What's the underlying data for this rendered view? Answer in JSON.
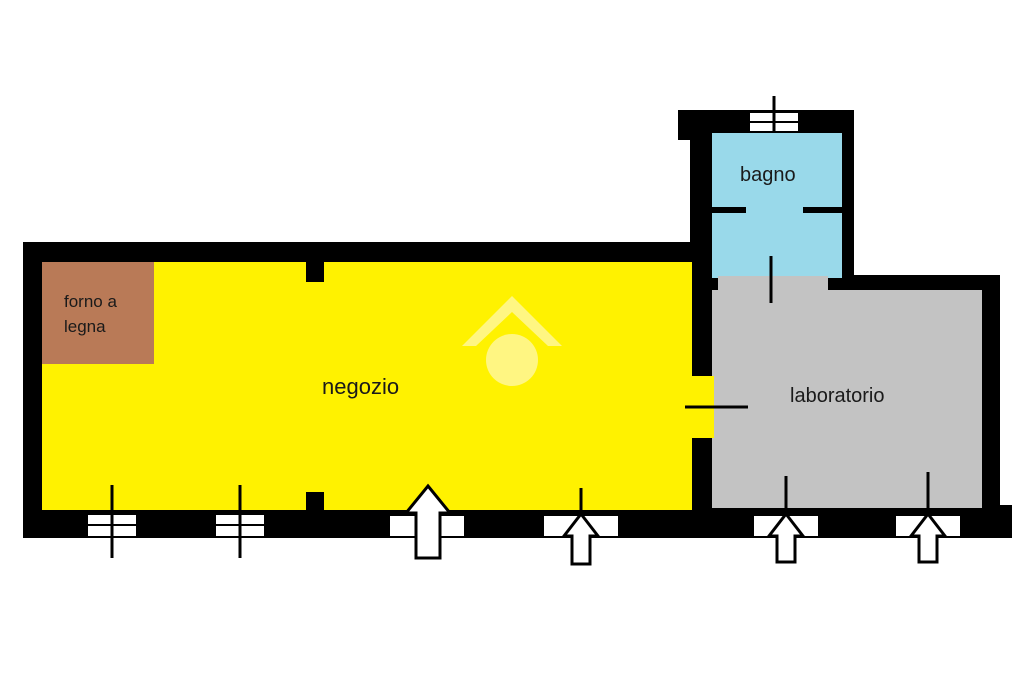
{
  "rooms": {
    "forno": {
      "line1": "forno a",
      "line2": "legna",
      "color": "#b97a57"
    },
    "negozio": {
      "label": "negozio",
      "color": "#fff200"
    },
    "bagno": {
      "label": "bagno",
      "color": "#99d9ea"
    },
    "laboratorio": {
      "label": "laboratorio",
      "color": "#c3c3c3"
    }
  },
  "colors": {
    "wall": "#000000",
    "window": "#ffffff",
    "watermark": "#fff799"
  },
  "icons": {
    "entrance": "arrow-up-icon",
    "window": "window-icon",
    "watermark": "logo-watermark-icon"
  }
}
